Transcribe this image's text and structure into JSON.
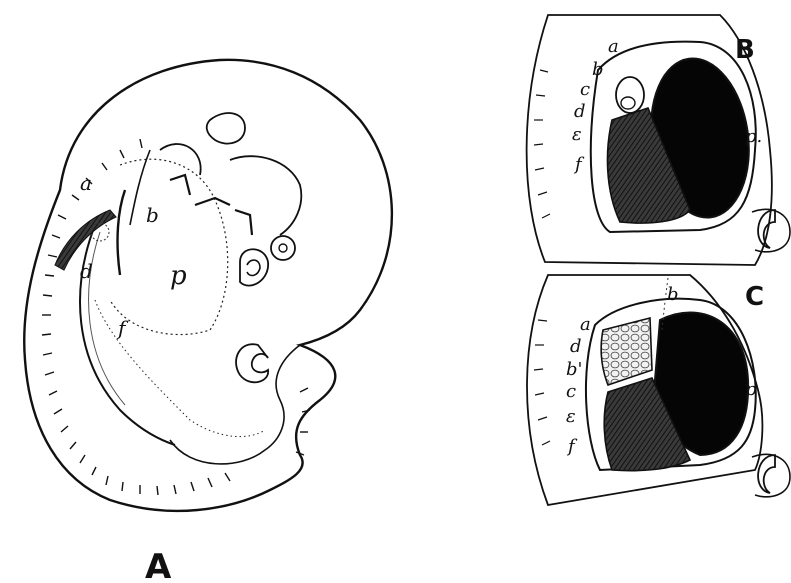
{
  "figure_a": {
    "caption": "A",
    "labels": {
      "a": "a",
      "b": "b",
      "d": "d",
      "p": "p",
      "f": "f"
    }
  },
  "figure_b": {
    "caption": "B",
    "labels": {
      "a": "a",
      "b": "b",
      "c": "c",
      "d": "d",
      "e": "ε",
      "f": "f",
      "p": "p."
    }
  },
  "figure_c": {
    "caption": "C",
    "labels": {
      "a": "a",
      "b_top": "b",
      "d": "d",
      "b_prime": "b'",
      "c": "c",
      "e": "ε",
      "f": "f",
      "p": "p"
    }
  }
}
